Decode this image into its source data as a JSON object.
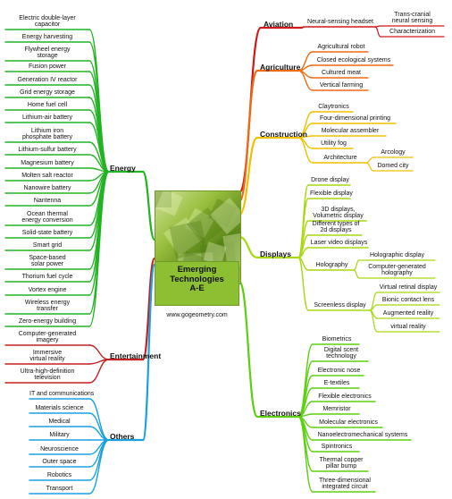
{
  "central": {
    "line1": "Emerging",
    "line2": "Technologies",
    "line3": "A-E",
    "website": "www.gogeometry.com"
  },
  "colors": {
    "energy": "#22b322",
    "entertainment": "#c42020",
    "others": "#1ba0e0",
    "aviation": "#d01818",
    "agriculture": "#ee6a10",
    "construction": "#f0c000",
    "displays": "#a8d810",
    "electronics": "#5ccf10"
  },
  "branches": {
    "energy": {
      "label": "Energy",
      "items": [
        "Electric double-layer|capacitor",
        "Energy harvesting",
        "Flywheel energy|storage",
        "Fusion power",
        "Generation IV reactor",
        "Grid energy storage",
        "Home fuel cell",
        "Lithium-air battery",
        "Lithium iron|phosphate battery",
        "Lithium-sulfur battery",
        "Magnesium battery",
        "Molten salt reactor",
        "Nanowire battery",
        "Nantenna",
        "Ocean thermal|energy conversion",
        "Solid-state battery",
        "Smart grid",
        "Space-based|solar power",
        "Thorium fuel cycle",
        "Vortex engine",
        "Wireless energy|transfer",
        "Zero-energy building"
      ]
    },
    "entertainment": {
      "label": "Entertainment",
      "items": [
        "Computer-generated|imagery",
        "Immersive|virtual reality",
        "Ultra-high-definition|television"
      ]
    },
    "others": {
      "label": "Others",
      "items": [
        "IT and communications",
        "Materials science",
        "Medical",
        "Military",
        "Neuroscience",
        "Outer space",
        "Robotics",
        "Transport"
      ]
    },
    "aviation": {
      "label": "Aviation",
      "items": [
        "Neural-sensing headset"
      ],
      "sub": [
        "Trans-cranial|neural sensing",
        "Characterization"
      ]
    },
    "agriculture": {
      "label": "Agriculture",
      "items": [
        "Agricultural robot",
        "Closed ecological systems",
        "Cultured meat",
        "Vertical farming"
      ]
    },
    "construction": {
      "label": "Construction",
      "items": [
        "Claytronics",
        "Four-dimensional printing",
        "Molecular assembler",
        "Utility fog",
        "Architecture"
      ],
      "sub": [
        "Arcology",
        "Domed city"
      ]
    },
    "displays": {
      "label": "Displays",
      "items": [
        "Drone display",
        "Flexible display",
        "3D displays,|Volumetric display",
        "Different types of|2d displays",
        "Laser video displays",
        "Holography",
        "Screenless display"
      ],
      "holography_sub": [
        "Holographic display",
        "Computer-generated|holography"
      ],
      "screenless_sub": [
        "Virtual retinal display",
        "Bionic contact lens",
        "Augmented reality",
        "virtual reality"
      ]
    },
    "electronics": {
      "label": "Electronics",
      "items": [
        "Biometrics",
        "Digital scent|technology",
        "Electronic nose",
        "E-textiles",
        "Flexible electronics",
        "Memristor",
        "Molecular electronics",
        "Nanoelectromechanical systems",
        "Spintronics",
        "Thermal copper|pillar bump",
        "Three-dimensional|integrated circuit"
      ]
    }
  }
}
